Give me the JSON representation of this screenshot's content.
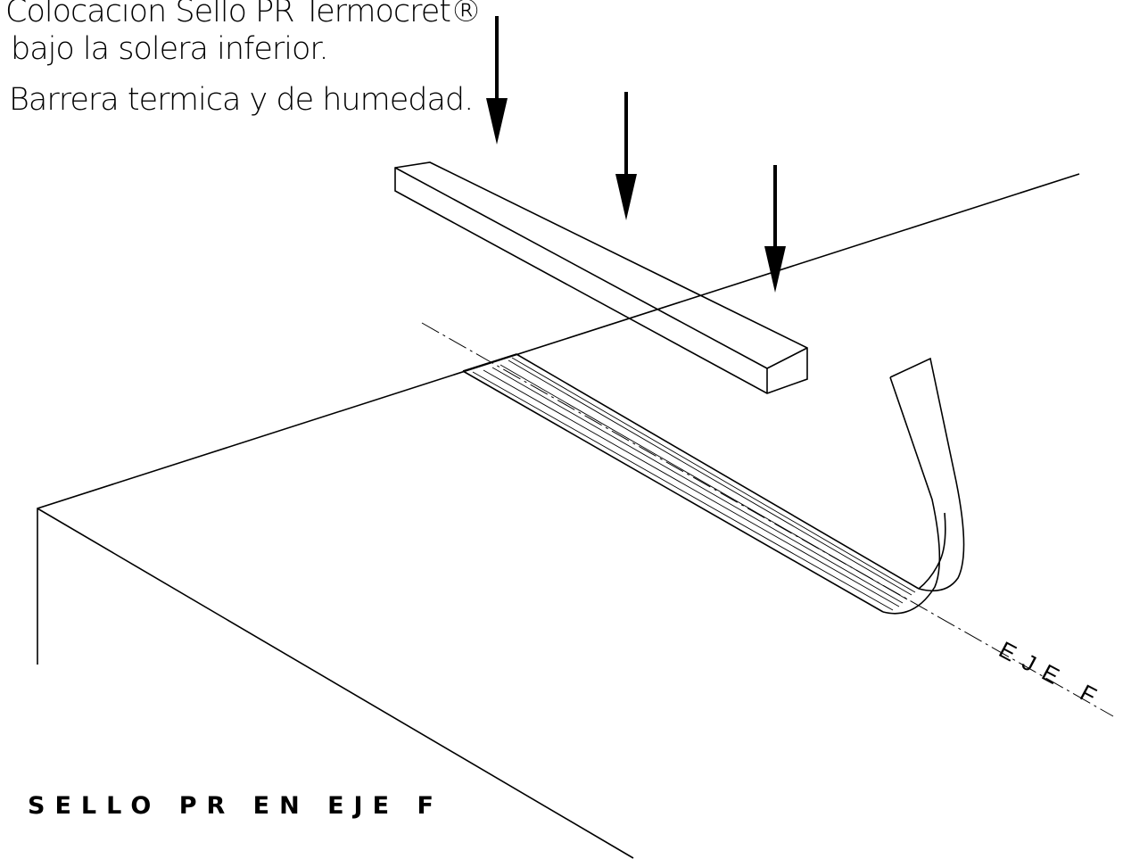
{
  "annotation": {
    "line1": "Colocacion Sello PR Termocret®",
    "line2": "bajo la solera inferior.",
    "line3": "Barrera termica y de humedad."
  },
  "title": "SELLO PR EN EJE F",
  "axis_label": "EJE F"
}
